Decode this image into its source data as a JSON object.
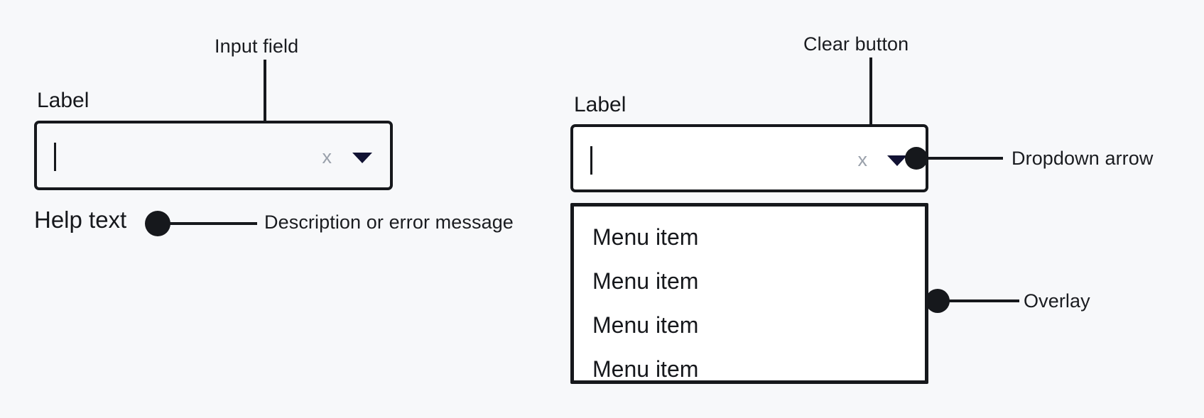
{
  "page": {
    "background_color": "#f7f8fa",
    "ink_color": "#16181c",
    "muted_color": "#9aa1ab",
    "accent_color": "#111233",
    "surface_color": "#ffffff"
  },
  "annotations": {
    "input_field": "Input field",
    "clear_button": "Clear button",
    "dropdown_arrow": "Dropdown arrow",
    "overlay": "Overlay",
    "description": "Description or error message"
  },
  "left_example": {
    "label": "Label",
    "input": {
      "value": "",
      "placeholder": "",
      "clear_glyph": "x",
      "dropdown_glyph": "chevron-down"
    },
    "help_text": "Help text"
  },
  "right_example": {
    "label": "Label",
    "input": {
      "value": "",
      "placeholder": "",
      "clear_glyph": "x",
      "dropdown_glyph": "chevron-down"
    },
    "menu": {
      "items": [
        {
          "label": "Menu item"
        },
        {
          "label": "Menu item"
        },
        {
          "label": "Menu item"
        },
        {
          "label": "Menu item"
        }
      ]
    }
  }
}
